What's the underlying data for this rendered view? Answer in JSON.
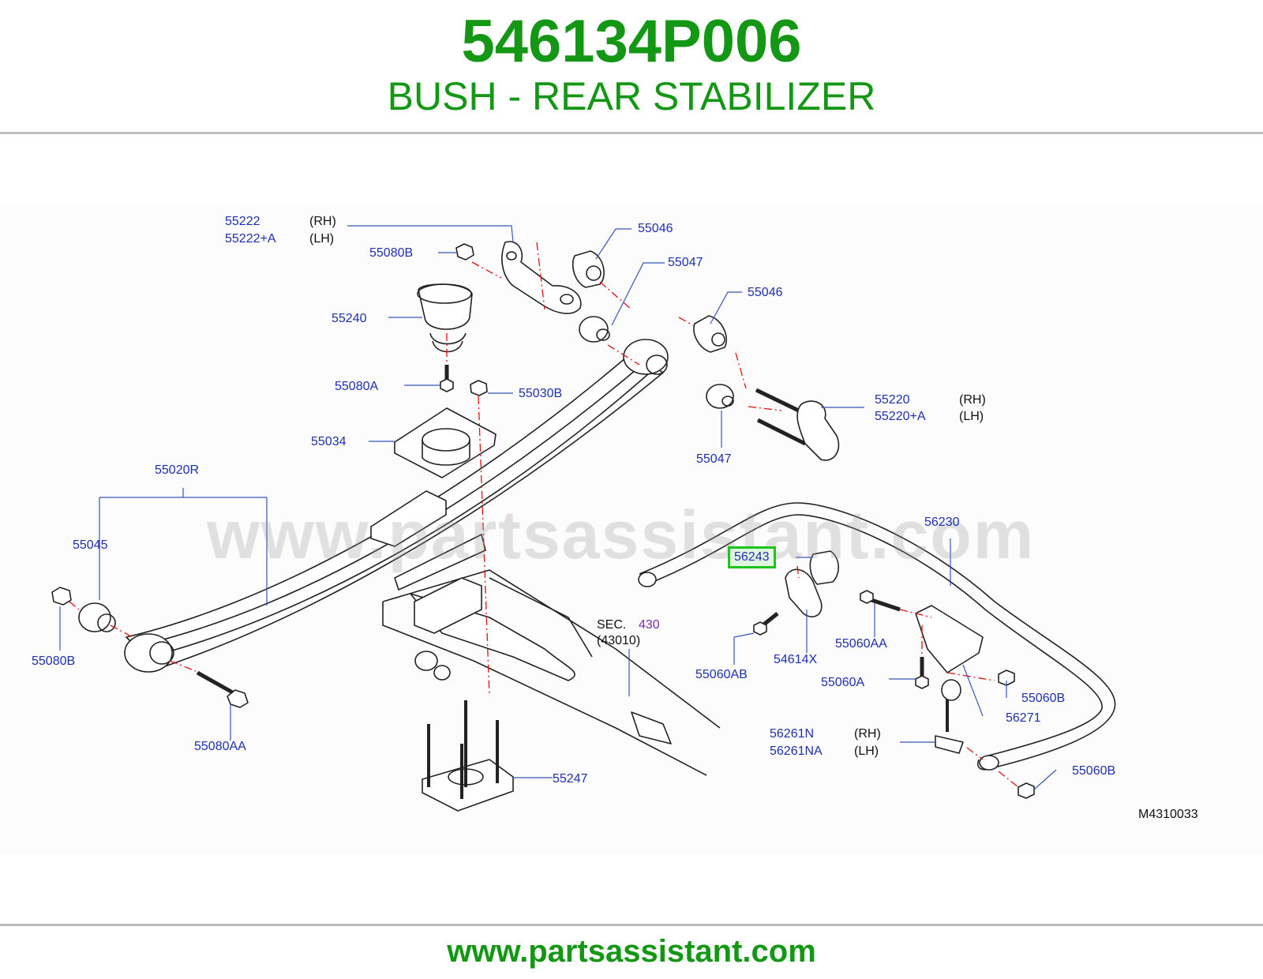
{
  "header": {
    "part_number": "546134P006",
    "part_description": "BUSH - REAR STABILIZER"
  },
  "diagram": {
    "watermark": "www.partsassistant.com",
    "figure_code": "M4310033",
    "highlighted_part": "56243",
    "callouts": {
      "c55222": "55222",
      "c55222a": "55222+A",
      "rh1": "(RH)",
      "lh1": "(LH)",
      "c55080b_top": "55080B",
      "c55046_top": "55046",
      "c55047_top": "55047",
      "c55046_mid": "55046",
      "c55240": "55240",
      "c55080a": "55080A",
      "c55030b": "55030B",
      "c55220": "55220",
      "c55220a": "55220+A",
      "rh2": "(RH)",
      "lh2": "(LH)",
      "c55034": "55034",
      "c55047_mid": "55047",
      "c55020r": "55020R",
      "c56230": "56230",
      "c56243": "56243",
      "c55045": "55045",
      "c55080b_left": "55080B",
      "sec": "SEC.",
      "sec_num": "430",
      "sec_sub": "(43010)",
      "c55060aa": "55060AA",
      "c54614x": "54614X",
      "c55060ab": "55060AB",
      "c55060a": "55060A",
      "c55060b_mid": "55060B",
      "c56271": "56271",
      "c55080aa": "55080AA",
      "c56261n": "56261N",
      "c56261na": "56261NA",
      "rh3": "(RH)",
      "lh3": "(LH)",
      "c55247": "55247",
      "c55060b_bot": "55060B"
    }
  },
  "footer": {
    "url": "www.partsassistant.com"
  }
}
